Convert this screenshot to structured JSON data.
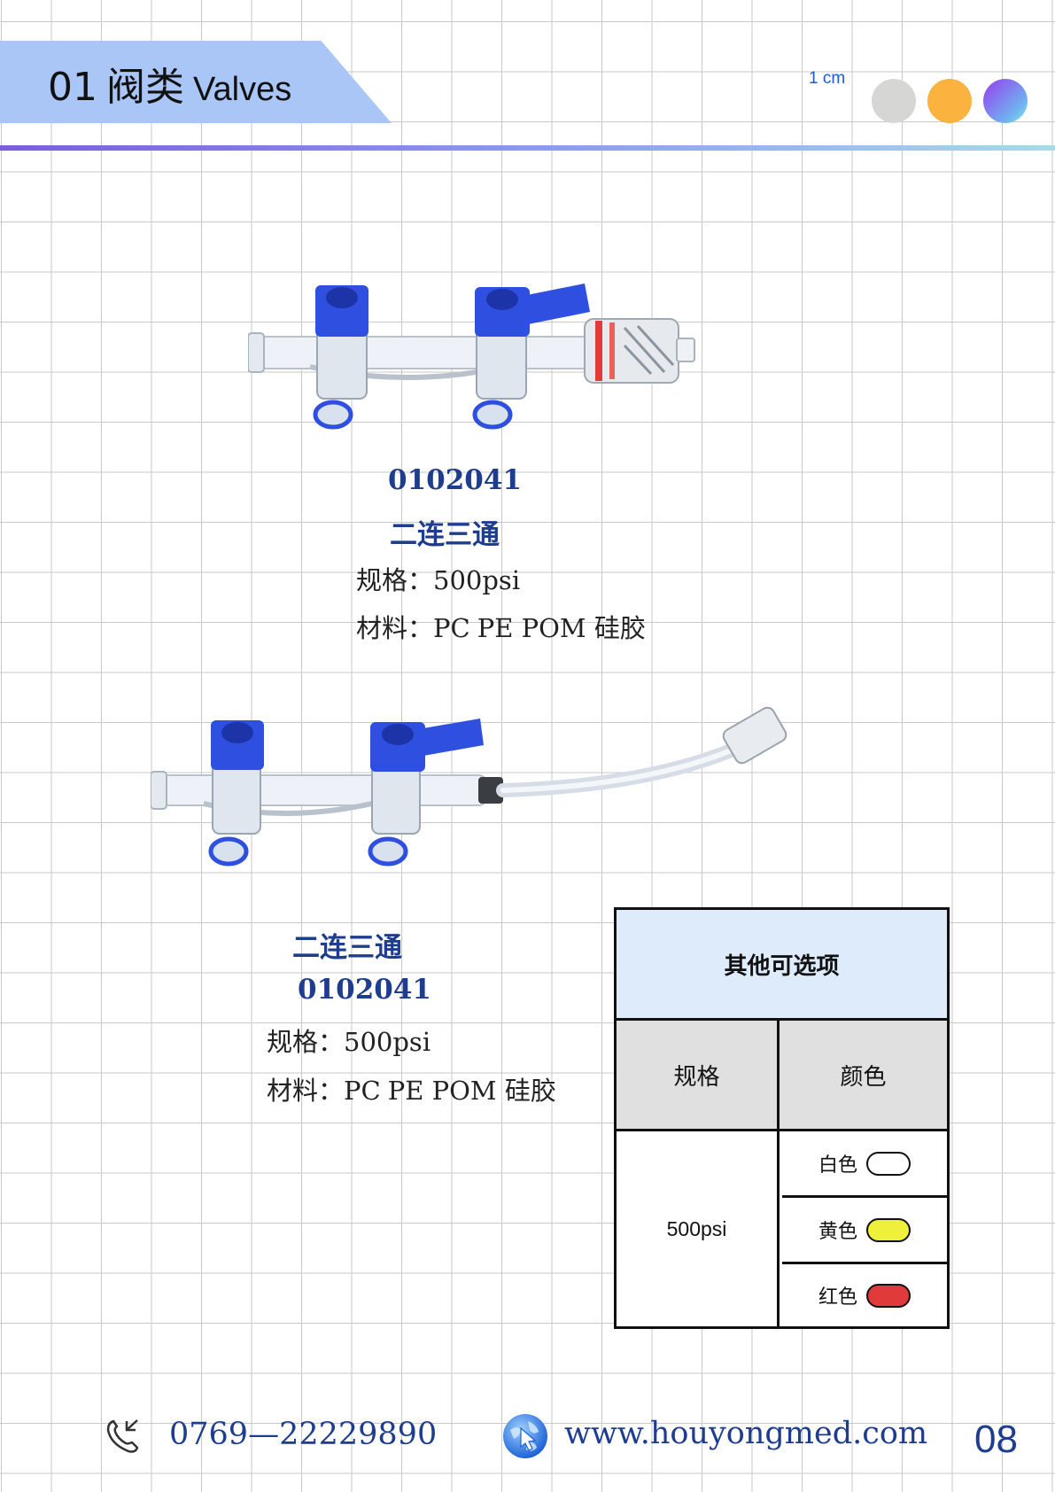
{
  "header": {
    "number": "01",
    "title_zh": "阀类",
    "title_en": "Valves",
    "scale_label": "1 cm",
    "dot_colors": [
      "#d6d6d4",
      "#fbb23f",
      "#8c5cf0"
    ]
  },
  "products": [
    {
      "code": "0102041",
      "name": "二连三通",
      "spec_label": "规格：",
      "spec_value": "500psi",
      "material_label": "材料：",
      "material_value_1": "PC",
      "material_value_2": "PE POM 硅胶"
    },
    {
      "code": "0102041",
      "name": "二连三通",
      "spec_label": "规格：",
      "spec_value": "500psi",
      "material_label": "材料：",
      "material_value_1": "PC",
      "material_value_2": "PE POM 硅胶"
    }
  ],
  "options_table": {
    "title": "其他可选项",
    "col_spec": "规格",
    "col_color": "颜色",
    "spec_value": "500psi",
    "colors": [
      {
        "label": "白色",
        "swatch": "#ffffff"
      },
      {
        "label": "黄色",
        "swatch": "#eef03a"
      },
      {
        "label": "红色",
        "swatch": "#e03a3a"
      }
    ]
  },
  "footer": {
    "phone": "0769—22229890",
    "website": "www.houyongmed.com",
    "page_number": "08"
  },
  "colors": {
    "accent_blue": "#1f3d8f",
    "valve_blue": "#2f4fe0",
    "header_tab": "#a9c6f6"
  }
}
